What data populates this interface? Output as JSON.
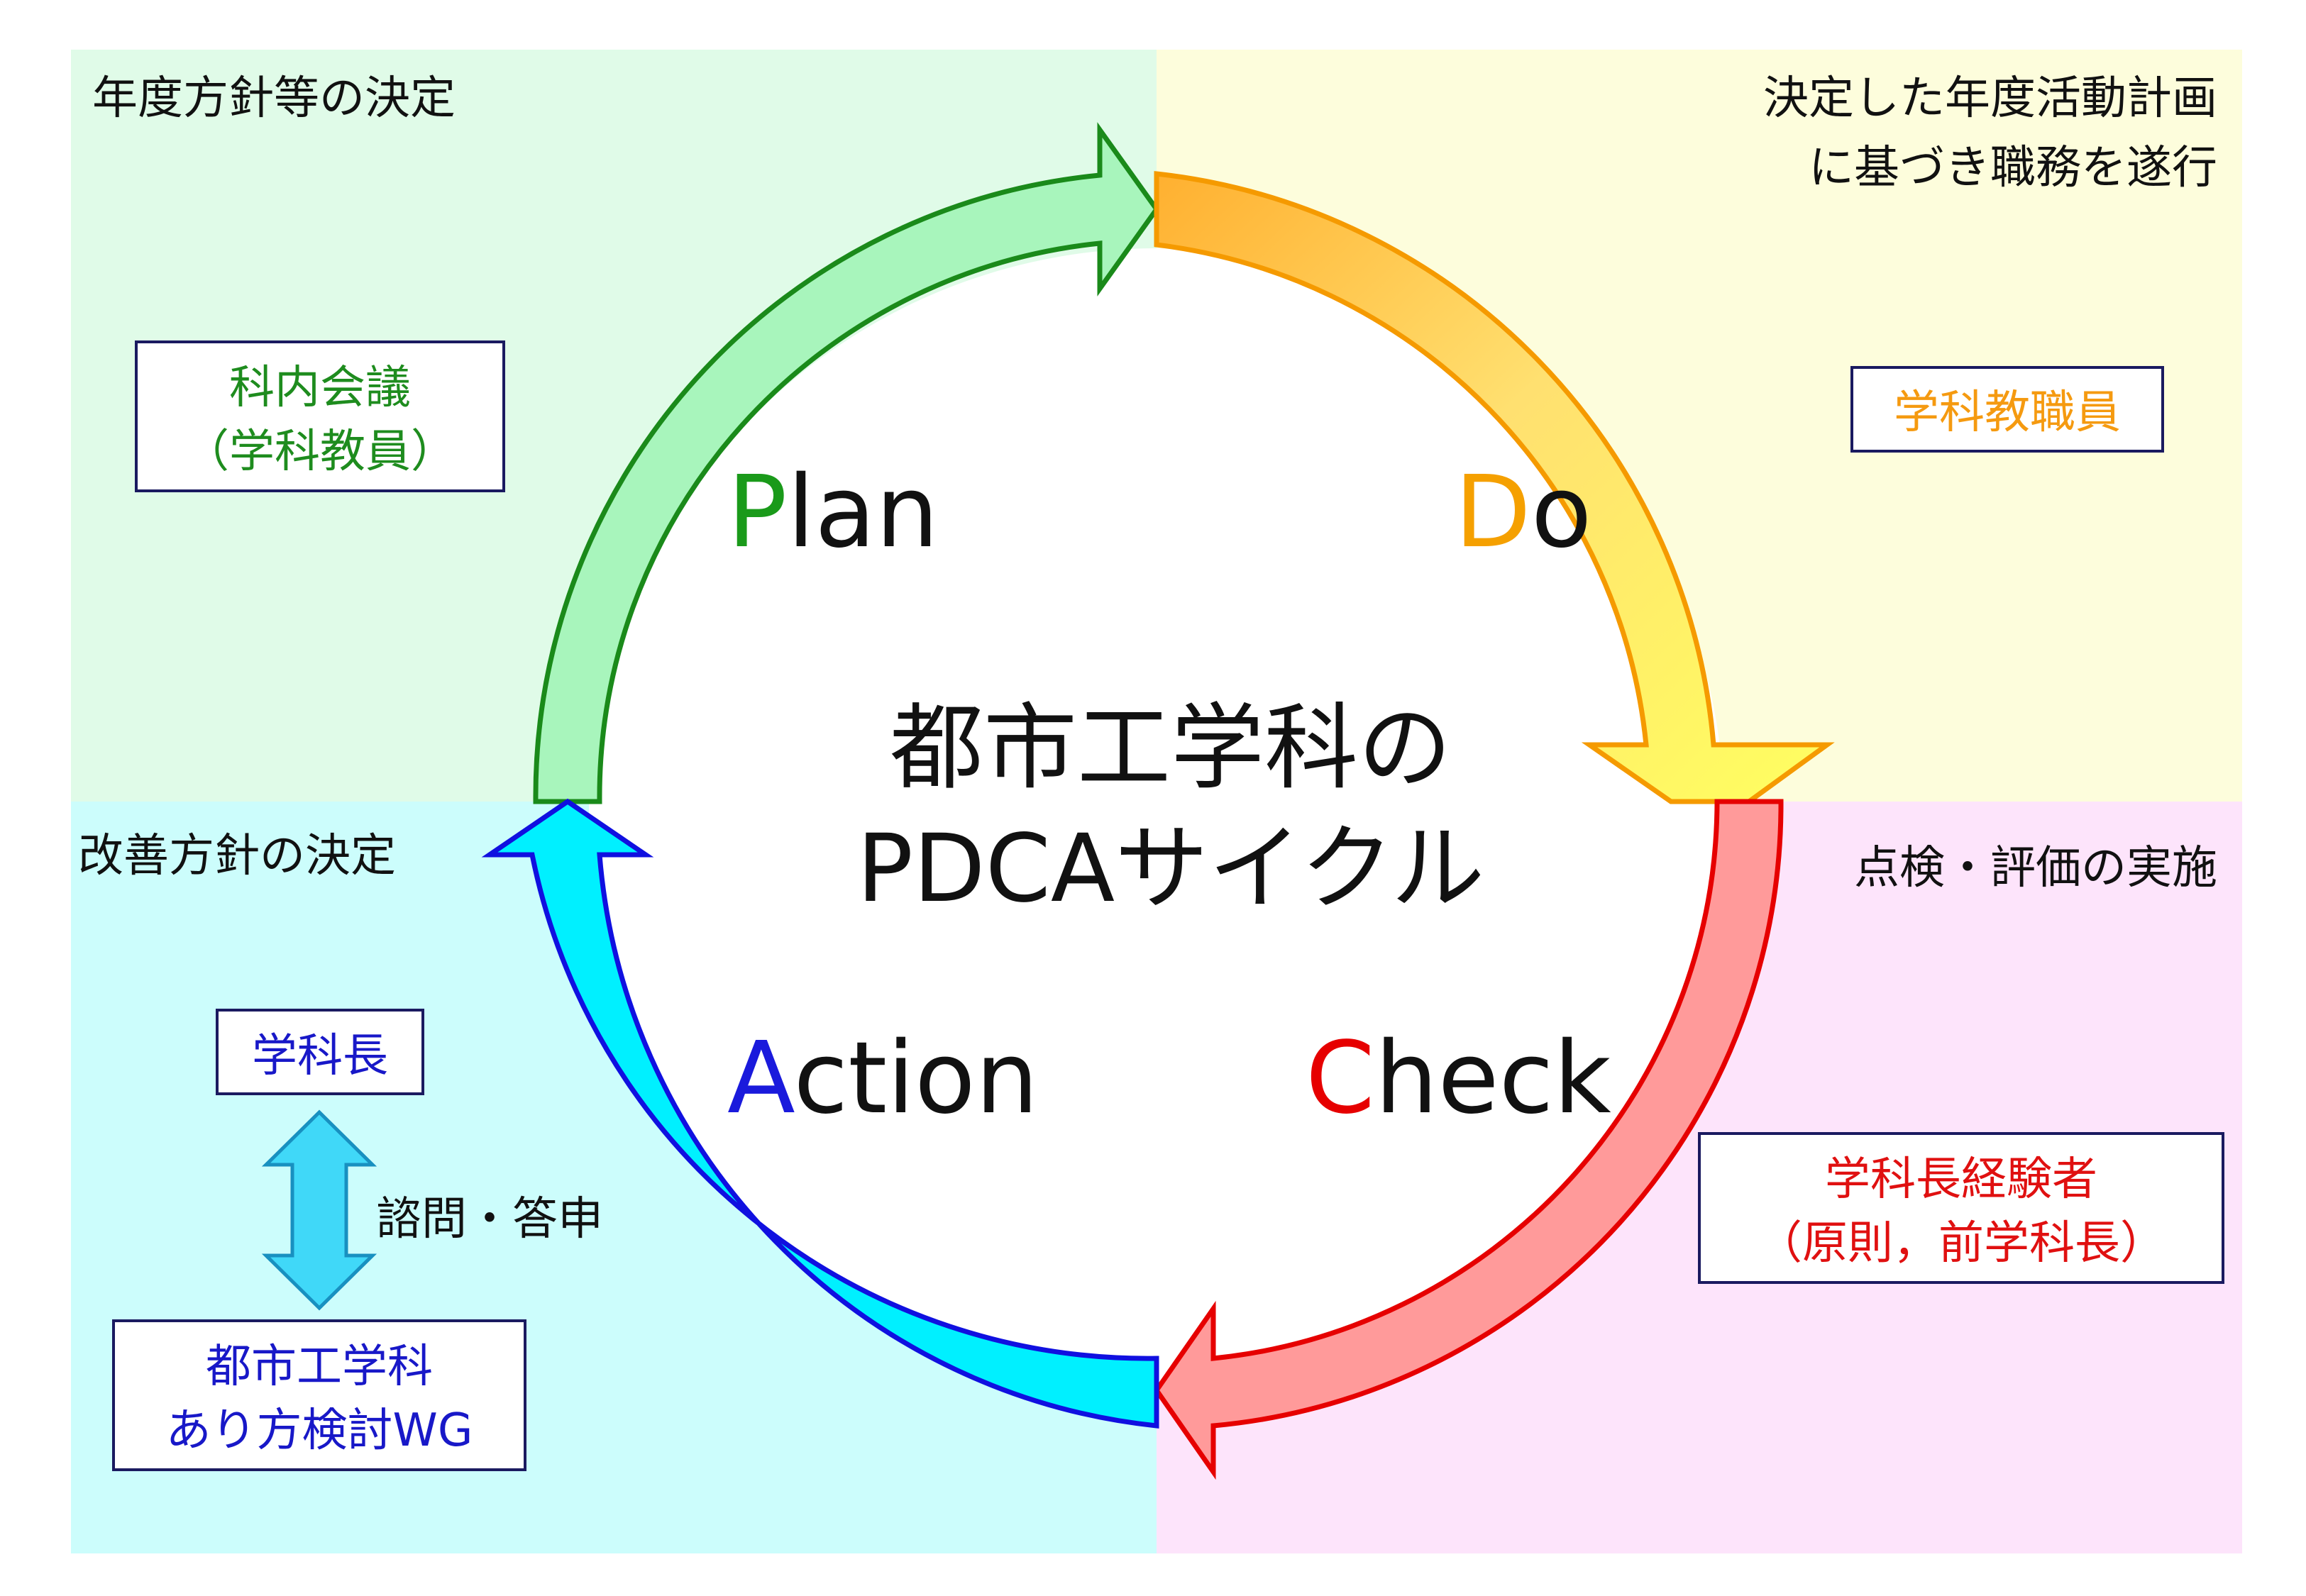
{
  "center": {
    "line1": "都市工学科の",
    "line2": "PDCAサイクル"
  },
  "phases": {
    "plan": {
      "initial": "P",
      "rest": "lan",
      "initial_color": "#1a9a1a"
    },
    "do": {
      "initial": "D",
      "rest": "o",
      "initial_color": "#f5a000"
    },
    "check": {
      "initial": "C",
      "rest": "heck",
      "initial_color": "#e60000"
    },
    "action": {
      "initial": "A",
      "rest": "ction",
      "initial_color": "#1a1adc"
    }
  },
  "quadrants": {
    "plan": {
      "heading": "年度方針等の決定",
      "box_line1": "科内会議",
      "box_line2": "（学科教員）",
      "color": "#1e8c1e",
      "bg": "#e0fbe8"
    },
    "do": {
      "heading_line1": "決定した年度活動計画",
      "heading_line2": "に基づき職務を遂行",
      "box_line1": "学科教職員",
      "color": "#f59a10",
      "bg": "#fdfddc"
    },
    "check": {
      "heading": "点検・評価の実施",
      "box_line1": "学科長経験者",
      "box_line2": "（原則，前学科長）",
      "color": "#e01010",
      "bg": "#fde4fb"
    },
    "action": {
      "heading": "改善方針の決定",
      "box_top": "学科長",
      "box_bottom_line1": "都市工学科",
      "box_bottom_line2": "あり方検討WG",
      "consult_label": "諮問・答申",
      "color": "#1818c8",
      "bg": "#ccfdfc"
    }
  },
  "colors": {
    "text": "#111111",
    "box_border": "#1a1a60",
    "plan_arrow_fill": "#a8f5bc",
    "plan_arrow_stroke": "#1a8a1a",
    "do_arrow_fill_start": "#ffb030",
    "do_arrow_fill_end": "#ffff60",
    "do_arrow_stroke": "#f59a00",
    "check_arrow_fill": "#ff9a9a",
    "check_arrow_stroke": "#e60000",
    "action_arrow_fill": "#00f0ff",
    "action_arrow_stroke": "#1010e0",
    "consult_arrow_fill": "#40d8f8",
    "consult_arrow_stroke": "#1890c0"
  }
}
